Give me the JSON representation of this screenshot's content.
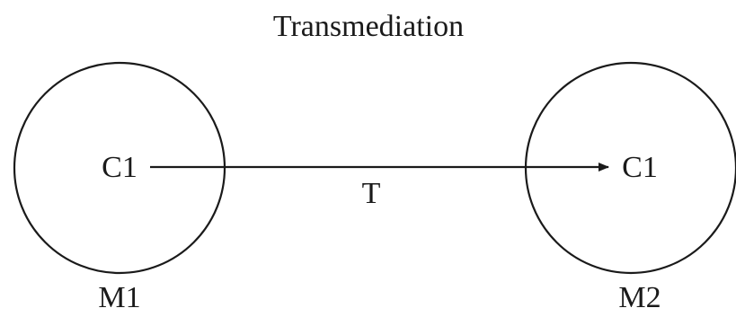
{
  "diagram": {
    "title": "Transmediation",
    "media": [
      {
        "label": "M1",
        "content_label": "C1"
      },
      {
        "label": "M2",
        "content_label": "C1"
      }
    ],
    "edge": {
      "label": "T"
    },
    "colors": {
      "stroke": "#1a1a1a",
      "background": "#ffffff"
    }
  }
}
